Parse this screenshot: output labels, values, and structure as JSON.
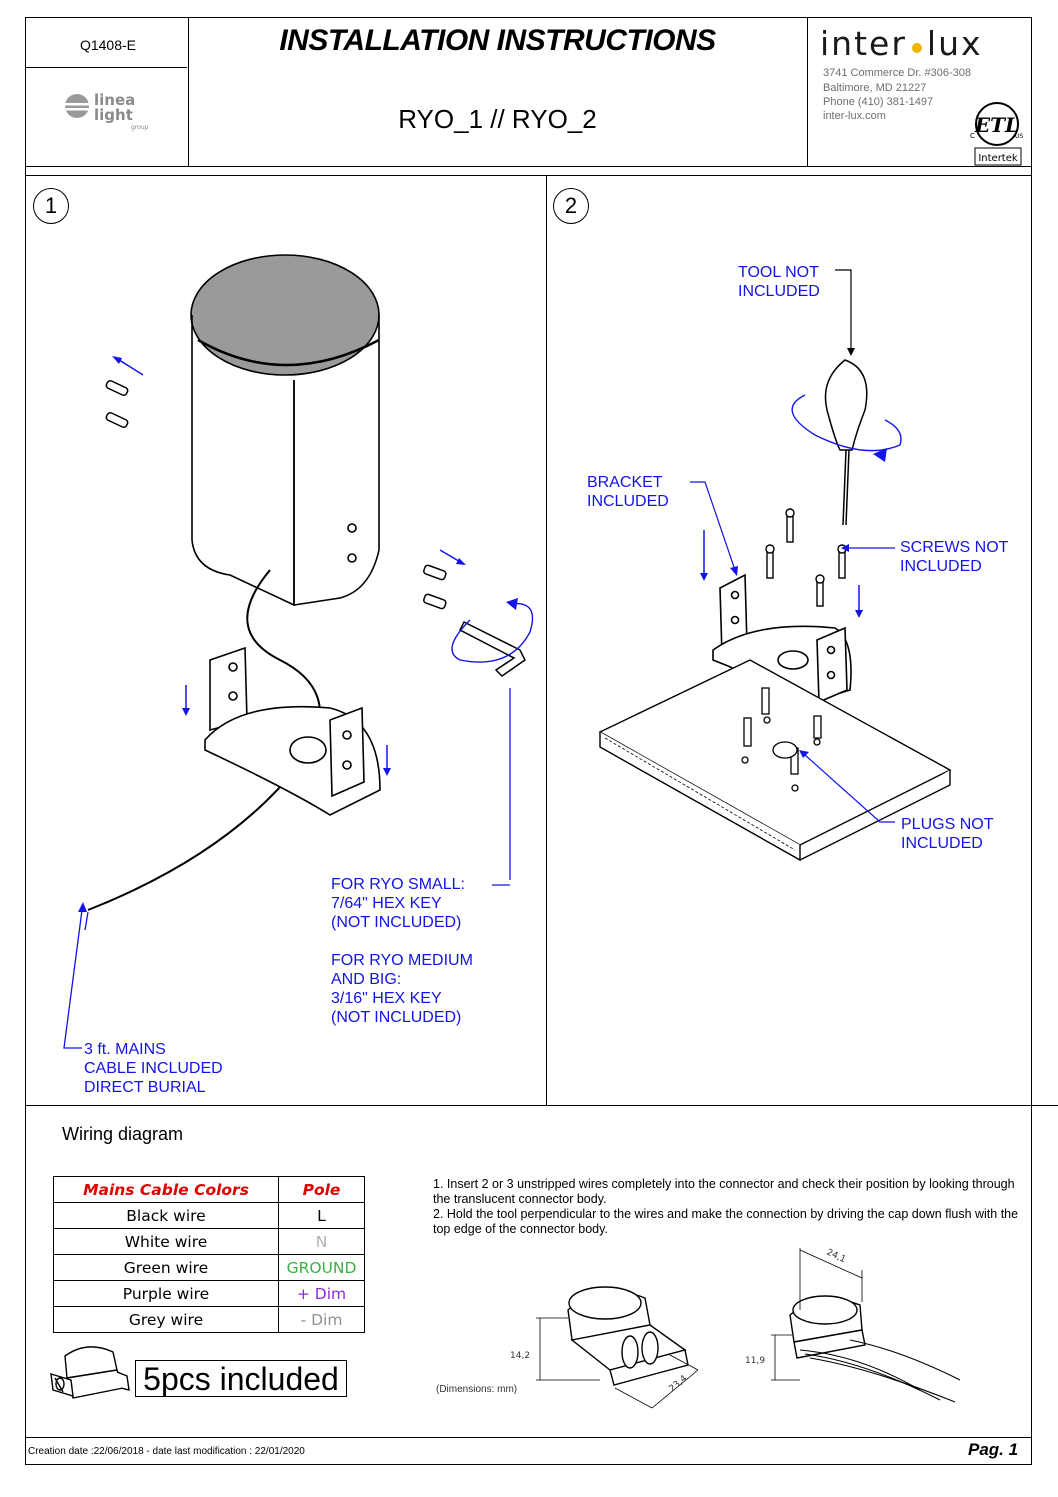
{
  "header": {
    "code": "Q1408-E",
    "title": "INSTALLATION INSTRUCTIONS",
    "subtitle": "RYO_1 // RYO_2",
    "left_logo_text": "linea light group",
    "brand": {
      "name_left": "inter",
      "name_right": "lux",
      "address1": "3741 Commerce Dr. #306-308",
      "address2": "Baltimore, MD 21227",
      "phone": "Phone (410) 381-1497",
      "web": "inter-lux.com"
    },
    "cert": {
      "mark": "ETL",
      "left": "C",
      "right": "US",
      "under": "Intertek"
    }
  },
  "step1": {
    "number": "1",
    "hex_key_note": [
      "FOR RYO SMALL:",
      "7/64\" HEX KEY",
      "(NOT INCLUDED)",
      "",
      "FOR RYO MEDIUM",
      "AND BIG:",
      "3/16\" HEX KEY",
      "(NOT INCLUDED)"
    ],
    "cable_note": [
      "3 ft. MAINS",
      "CABLE INCLUDED",
      "DIRECT BURIAL"
    ]
  },
  "step2": {
    "number": "2",
    "tool_note": [
      "TOOL NOT",
      "INCLUDED"
    ],
    "bracket_note": [
      "BRACKET",
      "INCLUDED"
    ],
    "screws_note": [
      "SCREWS NOT",
      "INCLUDED"
    ],
    "plugs_note": [
      "PLUGS NOT",
      "INCLUDED"
    ]
  },
  "wiring": {
    "title": "Wiring diagram",
    "headers": [
      "Mains Cable Colors",
      "Pole"
    ],
    "rows": [
      {
        "wire": "Black wire",
        "pole": "L",
        "pole_color": "#000000"
      },
      {
        "wire": "White wire",
        "pole": "N",
        "pole_color": "#b0b0b0"
      },
      {
        "wire": "Green wire",
        "pole": "GROUND",
        "pole_color": "#3cb043"
      },
      {
        "wire": "Purple wire",
        "pole": "+ Dim",
        "pole_color": "#8a2be2"
      },
      {
        "wire": "Grey wire",
        "pole": "- Dim",
        "pole_color": "#909090"
      }
    ],
    "instructions": [
      "1. Insert 2 or 3 unstripped wires completely into the connector and check their position by looking through the translucent connector body.",
      "2. Hold the tool perpendicular to the wires and make the connection by driving the cap down flush with the top edge of the connector body."
    ],
    "pcs_label": "5pcs included",
    "dims": {
      "height_a": "14,2",
      "length": "23,4",
      "width": "24,1",
      "height_b": "11,9",
      "caption": "(Dimensions: mm)"
    }
  },
  "footer": {
    "creation": "Creation date :22/06/2018 - date last modification : 22/01/2020",
    "page": "Pag. 1"
  },
  "colors": {
    "annotation": "#1414e6",
    "header_red": "#e00000",
    "logo_dot": "#f0b400"
  }
}
